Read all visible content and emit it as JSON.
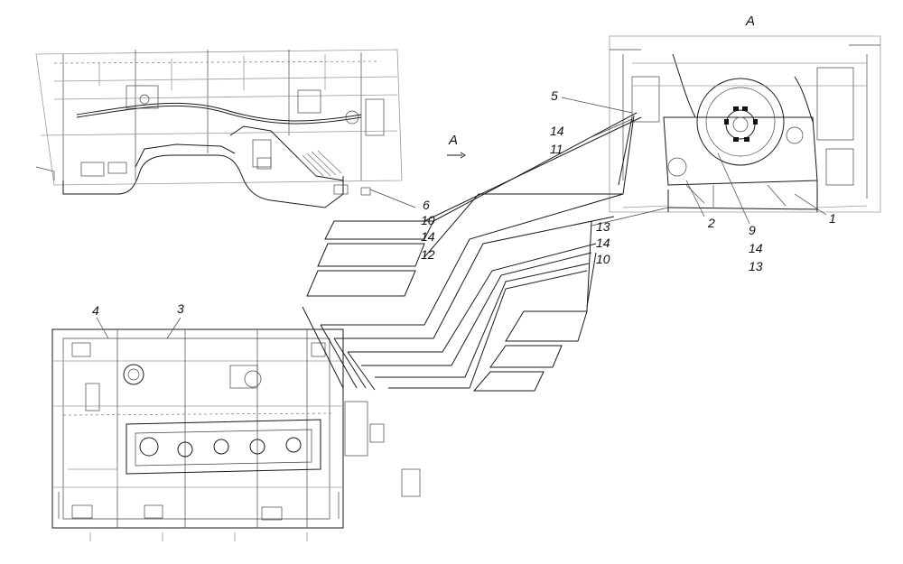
{
  "view_markers": {
    "top_right": "A",
    "left_view": "A"
  },
  "callouts": {
    "c5": "5",
    "c14a": "14",
    "c11": "11",
    "c6": "6",
    "c10a": "10",
    "c14b": "14",
    "c12": "12",
    "c13a": "13",
    "c14c": "14",
    "c10b": "10",
    "c2": "2",
    "c9": "9",
    "c14d": "14",
    "c13b": "13",
    "c1": "1",
    "c4": "4",
    "c3": "3"
  }
}
